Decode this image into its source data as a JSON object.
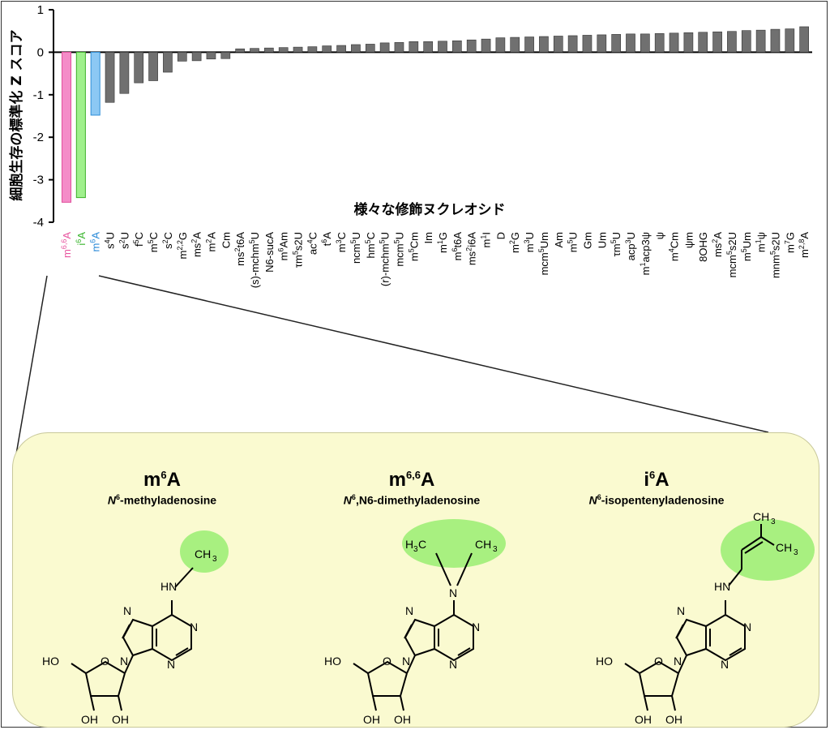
{
  "chart_data": {
    "type": "bar",
    "ylabel": "細胞生存の標準化 Z スコア",
    "xlabel": "様々な修飾ヌクレオシド",
    "ylim": [
      -4,
      1
    ],
    "yticks": [
      "1",
      "0",
      "-1",
      "-2",
      "-3",
      "-4"
    ],
    "grid": false,
    "categories": [
      {
        "base": "m",
        "sup": "6,6",
        "tail": "A"
      },
      {
        "base": "i",
        "sup": "6",
        "tail": "A"
      },
      {
        "base": "m",
        "sup": "6",
        "tail": "A"
      },
      {
        "base": "s",
        "sup": "4",
        "tail": "U"
      },
      {
        "base": "s",
        "sup": "2",
        "tail": "U"
      },
      {
        "base": "f",
        "sup": "5",
        "tail": "C"
      },
      {
        "base": "m",
        "sup": "5",
        "tail": "C"
      },
      {
        "base": "s",
        "sup": "2",
        "tail": "C"
      },
      {
        "base": "m",
        "sup": "2,2",
        "tail": "G"
      },
      {
        "base": "ms",
        "sup": "2",
        "tail": "A"
      },
      {
        "base": "m",
        "sup": "2",
        "tail": "A"
      },
      {
        "base": "Cm",
        "sup": "",
        "tail": ""
      },
      {
        "base": "ms",
        "sup": "2",
        "tail": "t6A"
      },
      {
        "base": "(s)-mchm",
        "sup": "5",
        "tail": "U"
      },
      {
        "base": "N6-sucA",
        "sup": "",
        "tail": ""
      },
      {
        "base": "m",
        "sup": "6",
        "tail": "Am"
      },
      {
        "base": "τm",
        "sup": "5",
        "tail": "s2U"
      },
      {
        "base": "ac",
        "sup": "4",
        "tail": "C"
      },
      {
        "base": "t",
        "sup": "6",
        "tail": "A"
      },
      {
        "base": "m",
        "sup": "3",
        "tail": "C"
      },
      {
        "base": "ncm",
        "sup": "5",
        "tail": "U"
      },
      {
        "base": "hm",
        "sup": "5",
        "tail": "C"
      },
      {
        "base": "(r)-mchm",
        "sup": "5",
        "tail": "U"
      },
      {
        "base": "mcm",
        "sup": "5",
        "tail": "U"
      },
      {
        "base": "m",
        "sup": "5",
        "tail": "Cm"
      },
      {
        "base": "Im",
        "sup": "",
        "tail": ""
      },
      {
        "base": "m",
        "sup": "1",
        "tail": "G"
      },
      {
        "base": "m",
        "sup": "6",
        "tail": "t6A"
      },
      {
        "base": "ms",
        "sup": "2",
        "tail": "i6A"
      },
      {
        "base": "m",
        "sup": "1",
        "tail": "I"
      },
      {
        "base": "D",
        "sup": "",
        "tail": ""
      },
      {
        "base": "m",
        "sup": "2",
        "tail": "G"
      },
      {
        "base": "m",
        "sup": "3",
        "tail": "U"
      },
      {
        "base": "mcm",
        "sup": "5",
        "tail": "Um"
      },
      {
        "base": "Am",
        "sup": "",
        "tail": ""
      },
      {
        "base": "m",
        "sup": "5",
        "tail": "U"
      },
      {
        "base": "Gm",
        "sup": "",
        "tail": ""
      },
      {
        "base": "Um",
        "sup": "",
        "tail": ""
      },
      {
        "base": "τm",
        "sup": "5",
        "tail": "U"
      },
      {
        "base": "acp",
        "sup": "3",
        "tail": "U"
      },
      {
        "base": "m",
        "sup": "1",
        "tail": "acp3ψ"
      },
      {
        "base": "ψ",
        "sup": "",
        "tail": ""
      },
      {
        "base": "m",
        "sup": "4",
        "tail": "Cm"
      },
      {
        "base": "ψm",
        "sup": "",
        "tail": ""
      },
      {
        "base": "8OHG",
        "sup": "",
        "tail": ""
      },
      {
        "base": "ms",
        "sup": "2",
        "tail": "A"
      },
      {
        "base": "mcm",
        "sup": "5",
        "tail": "s2U"
      },
      {
        "base": "m",
        "sup": "5",
        "tail": "Um"
      },
      {
        "base": "m",
        "sup": "1",
        "tail": "ψ"
      },
      {
        "base": "mnm",
        "sup": "5",
        "tail": "s2U"
      },
      {
        "base": "m",
        "sup": "7",
        "tail": "G"
      },
      {
        "base": "m",
        "sup": "2,8",
        "tail": "A"
      }
    ],
    "values": [
      -3.53,
      -3.42,
      -1.48,
      -1.18,
      -0.97,
      -0.72,
      -0.67,
      -0.47,
      -0.21,
      -0.2,
      -0.16,
      -0.15,
      0.08,
      0.09,
      0.1,
      0.11,
      0.12,
      0.13,
      0.15,
      0.16,
      0.18,
      0.19,
      0.22,
      0.23,
      0.25,
      0.25,
      0.26,
      0.27,
      0.29,
      0.31,
      0.34,
      0.35,
      0.36,
      0.37,
      0.38,
      0.39,
      0.4,
      0.41,
      0.42,
      0.43,
      0.43,
      0.44,
      0.45,
      0.46,
      0.47,
      0.48,
      0.49,
      0.51,
      0.52,
      0.54,
      0.55,
      0.6
    ],
    "highlight": [
      {
        "index": 0,
        "fill": "#f48cc8",
        "stroke": "#e0509c",
        "label_color": "#e8559f"
      },
      {
        "index": 1,
        "fill": "#9ff08c",
        "stroke": "#3db02a",
        "label_color": "#39b52c"
      },
      {
        "index": 2,
        "fill": "#8cc8f4",
        "stroke": "#2f8fd8",
        "label_color": "#2a8ad8"
      }
    ],
    "default_fill": "#707070"
  },
  "molecules": [
    {
      "title": "m",
      "title_sup": "6",
      "title_tail": "A",
      "sub_prefix": "N",
      "sub_sup": "6",
      "sub_text": "-methyladenosine",
      "group": "CH3"
    },
    {
      "title": "m",
      "title_sup": "6,6",
      "title_tail": "A",
      "sub_prefix": "N",
      "sub_sup": "6",
      "sub_text": ",N6-dimethyladenosine",
      "group": "H3C CH3"
    },
    {
      "title": "i",
      "title_sup": "6",
      "title_tail": "A",
      "sub_prefix": "N",
      "sub_sup": "6",
      "sub_text": "-isopentenyladenosine",
      "group": "CH3 CH3"
    }
  ],
  "highlight_color": "#a8f080"
}
